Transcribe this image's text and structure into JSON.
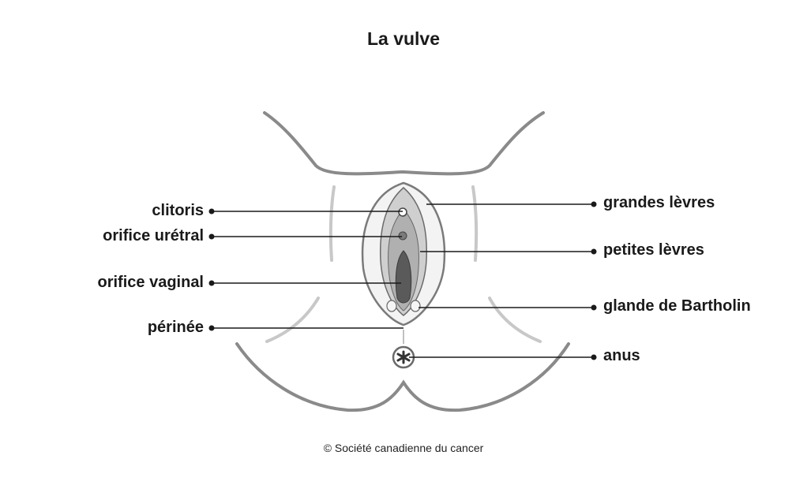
{
  "title": "La vulve",
  "labels": {
    "left": [
      "clitoris",
      "orifice urétral",
      "orifice vaginal",
      "périnée"
    ],
    "right": [
      "grandes lèvres",
      "petites lèvres",
      "glande de Bartholin",
      "anus"
    ]
  },
  "copyright": "© Société canadienne du cancer"
}
